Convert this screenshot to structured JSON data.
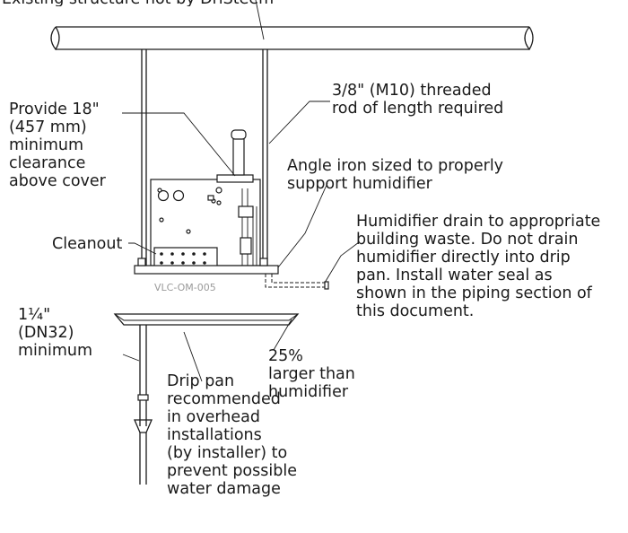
{
  "labels": {
    "top_cut": "Existing structure not by DriSteem",
    "clearance": [
      "Provide 18\"",
      "(457 mm)",
      "minimum",
      "clearance",
      "above cover"
    ],
    "rod": [
      "3/8\" (M10) threaded",
      "rod of length required"
    ],
    "angle": [
      "Angle iron sized to properly",
      "support humidifier"
    ],
    "drain": [
      "Humidifier drain to appropriate",
      "building waste. Do not drain",
      "humidifier directly into drip",
      "pan. Install water seal as",
      "shown in the piping section of",
      "this document."
    ],
    "cleanout": "Cleanout",
    "code": "VLC-OM-005",
    "pipe_size": [
      "1¼\"",
      "(DN32)",
      "minimum"
    ],
    "pan_size": [
      "25%",
      "larger than",
      "humidifier"
    ],
    "drip_pan": [
      "Drip pan",
      "recommended",
      "in overhead",
      "installations",
      "(by installer) to",
      "prevent possible",
      "water damage"
    ]
  }
}
